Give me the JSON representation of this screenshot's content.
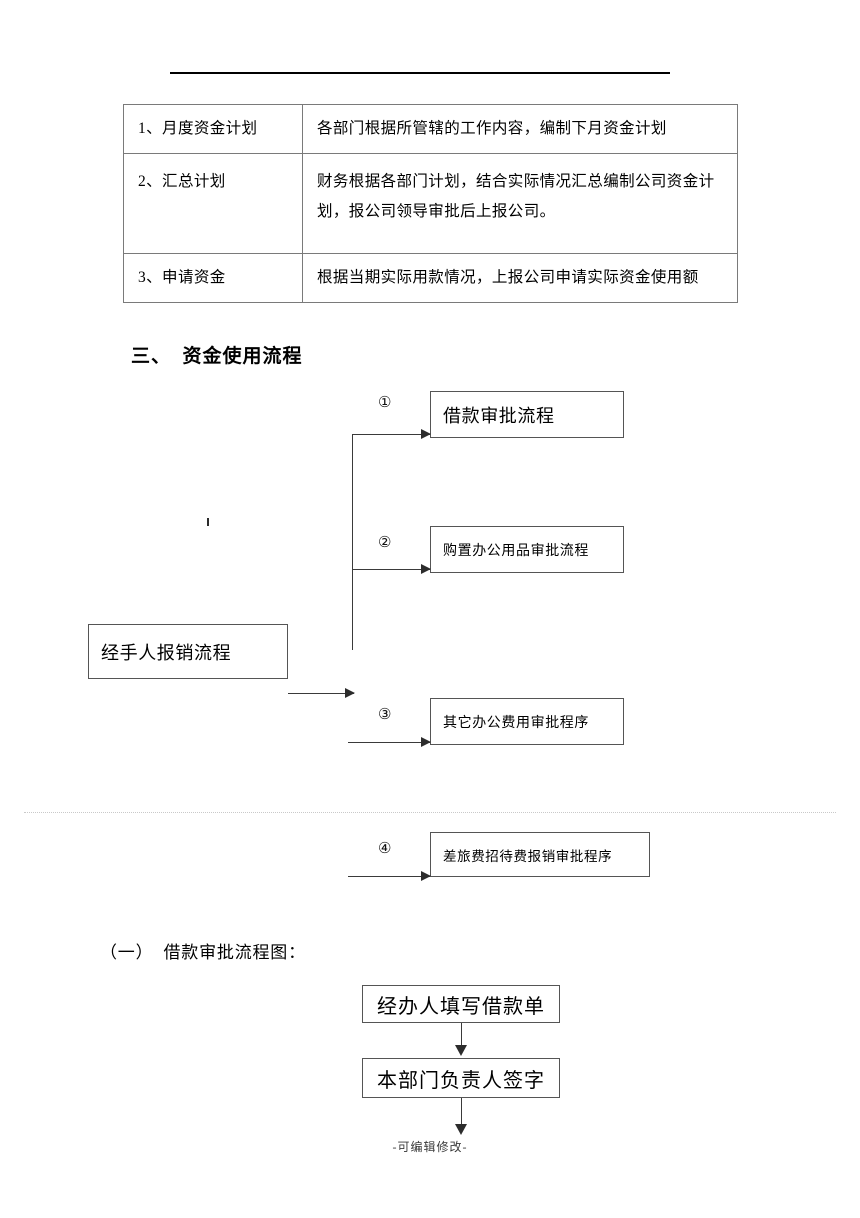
{
  "document": {
    "footer_note": "-可编辑修改-"
  },
  "plan_table": {
    "rows": [
      {
        "label": "1、月度资金计划",
        "description": "各部门根据所管辖的工作内容，编制下月资金计划"
      },
      {
        "label": "2、汇总计划",
        "description": "财务根据各部门计划，结合实际情况汇总编制公司资金计划，报公司领导审批后上报公司。"
      },
      {
        "label": "3、申请资金",
        "description": "根据当期实际用款情况，上报公司申请实际资金使用额"
      }
    ]
  },
  "section": {
    "heading": "三、  资金使用流程"
  },
  "usage_flow": {
    "source_box": "经手人报销流程",
    "branches": [
      {
        "marker": "①",
        "label": "借款审批流程"
      },
      {
        "marker": "②",
        "label": "购置办公用品审批流程"
      },
      {
        "marker": "③",
        "label": "其它办公费用审批程序"
      },
      {
        "marker": "④",
        "label": "差旅费招待费报销审批程序"
      }
    ]
  },
  "subsection": {
    "heading": "（一）  借款审批流程图："
  },
  "loan_flowchart": {
    "steps": [
      "经办人填写借款单",
      "本部门负责人签字"
    ]
  }
}
